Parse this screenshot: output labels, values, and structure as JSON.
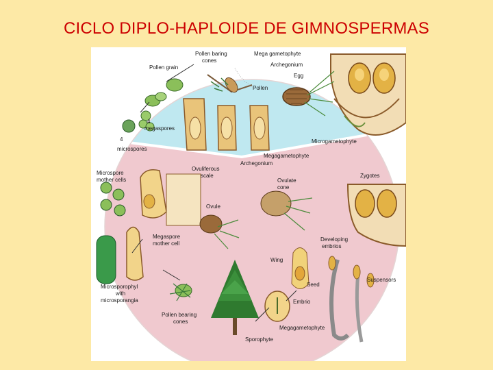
{
  "title": "CICLO DIPLO-HAPLOIDE DE GIMNOSPERMAS",
  "colors": {
    "title": "#cc0000",
    "background": "#fde9a6",
    "haploid_region": "#bfe8f0",
    "diploid_region": "#f0c9cf"
  },
  "labels": {
    "pollen_baring_cones": [
      "Pollen baring",
      "cones"
    ],
    "mega_gametophyte": "Mega gametophyte",
    "archegonium_top": "Archegonium",
    "egg": "Egg",
    "pollen_grain": "Pollen grain",
    "pollen": "Pollen",
    "megaspores": [
      "4",
      "megaspores"
    ],
    "microspores": [
      "4",
      "microspores"
    ],
    "microgametophyte": "Microgametophyte",
    "megagametophyte_mid": "Megagametophyte",
    "archegonium_mid": "Archegonium",
    "microspore_mother_cells": [
      "Microspore",
      "mother cells"
    ],
    "ovuliferous_scale": [
      "Ovuliferous",
      "scale"
    ],
    "ovulate_cone": [
      "Ovulate",
      "cone"
    ],
    "zygotes": "Zygotes",
    "ovule": "Ovule",
    "megaspore_mother_cell": [
      "Megaspore",
      "mother cell"
    ],
    "developing_embrios": [
      "Developing",
      "embrios"
    ],
    "wing": "Wing",
    "seed": "Seed",
    "suspensors": "Suspensors",
    "microsporophyl": [
      "Microsporophyl",
      "with",
      "microsporangia"
    ],
    "pollen_bearing_cones": [
      "Pollen bearing",
      "cones"
    ],
    "embrio": "Embrio",
    "megagametophyte_bottom": "Megagametophyte",
    "sporophyte": "Sporophyte"
  }
}
